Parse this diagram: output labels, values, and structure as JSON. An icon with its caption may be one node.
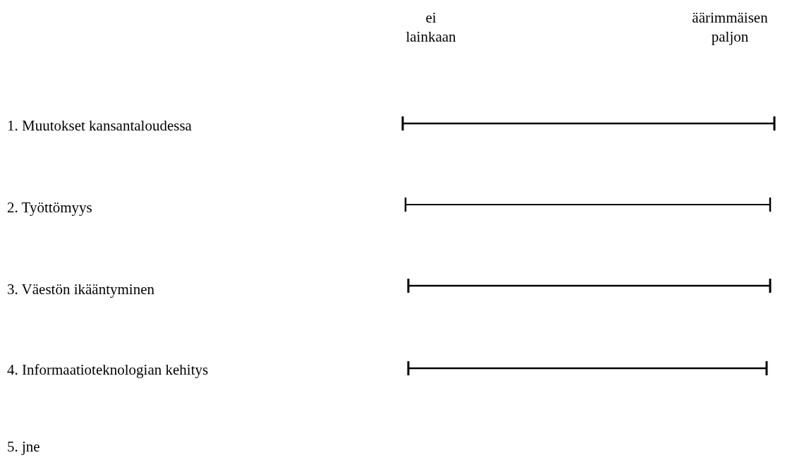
{
  "diagram": {
    "labels": [
      "ei lainkaan",
      "äärimmäisen paljon",
      "1. Muutokset kansantaloudessa",
      "2. Työttömyys",
      "3. Väestön ikääntyminen",
      "4. Informaatioteknologian kehitys",
      "5. jne"
    ]
  }
}
